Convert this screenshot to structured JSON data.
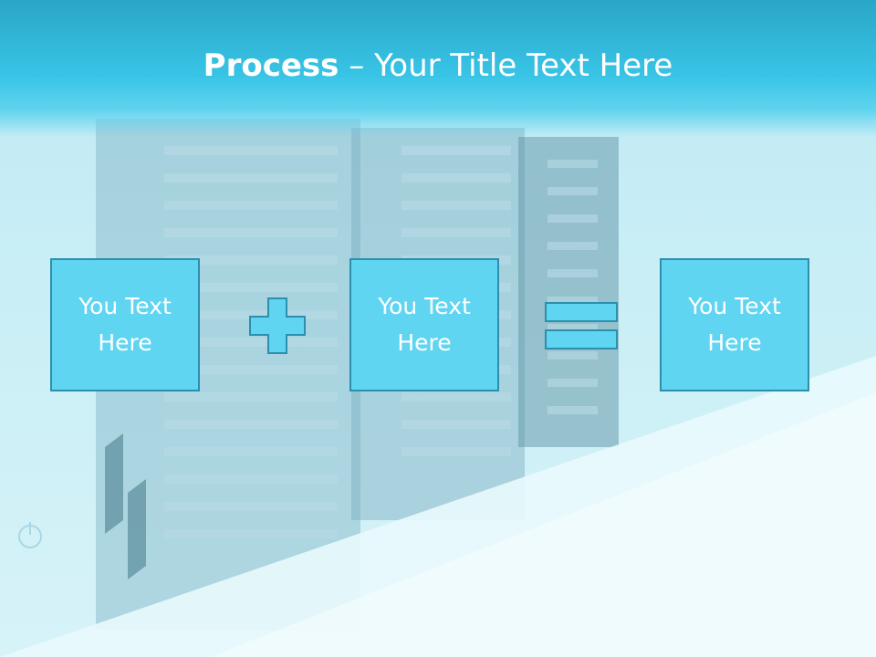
{
  "slide": {
    "title_bold": "Process",
    "title_sep": " – ",
    "title_rest": "Your Title Text Here"
  },
  "boxes": [
    {
      "text": "You Text Here"
    },
    {
      "text": "You Text Here"
    },
    {
      "text": "You Text Here"
    }
  ],
  "operators": [
    "plus-icon",
    "equals-icon"
  ],
  "colors": {
    "title_band": "#38c4e6",
    "box_fill": "#5fd5f1",
    "box_border": "#2b8fad",
    "text": "#ffffff"
  }
}
